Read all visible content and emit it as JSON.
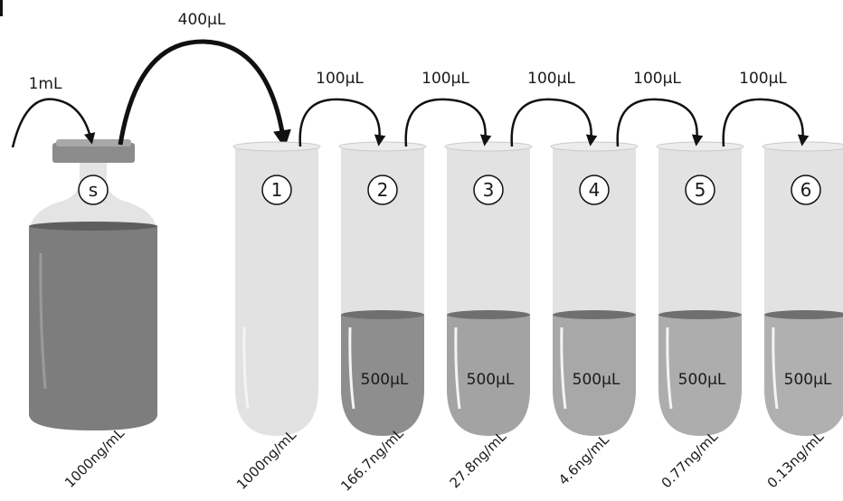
{
  "vial": {
    "label": "s",
    "concentration": "1000ng/mL",
    "input_volume": "1mL",
    "transfer_volume": "400µL"
  },
  "tubes": [
    {
      "label": "1",
      "concentration": "1000ng/mL",
      "volume": "",
      "liquid_color": "#d6d6d6"
    },
    {
      "label": "2",
      "concentration": "166.7ng/mL",
      "volume": "500µL",
      "liquid_color": "#8e8e8e"
    },
    {
      "label": "3",
      "concentration": "27.8ng/mL",
      "volume": "500µL",
      "liquid_color": "#a3a3a3"
    },
    {
      "label": "4",
      "concentration": "4.6ng/mL",
      "volume": "500µL",
      "liquid_color": "#a8a8a8"
    },
    {
      "label": "5",
      "concentration": "0.77ng/mL",
      "volume": "500µL",
      "liquid_color": "#adadad"
    },
    {
      "label": "6",
      "concentration": "0.13ng/mL",
      "volume": "500µL",
      "liquid_color": "#b0b0b0"
    }
  ],
  "transfers": [
    "100µL",
    "100µL",
    "100µL",
    "100µL",
    "100µL"
  ],
  "colors": {
    "tube_glass": "#e2e2e2",
    "vial_liquid": "#7d7d7d",
    "arrow": "#111111"
  }
}
